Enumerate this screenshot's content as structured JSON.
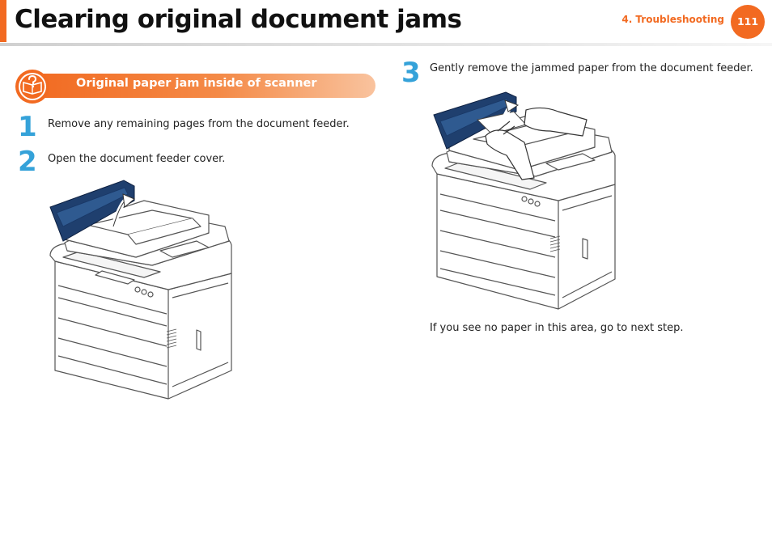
{
  "header": {
    "title": "Clearing original document jams",
    "chapter": "4.  Troubleshooting",
    "page_number": "111"
  },
  "section": {
    "title": "Original paper jam inside of scanner",
    "icon": "help-book-icon"
  },
  "steps": [
    {
      "number": "1",
      "text": "Remove any remaining pages from the document feeder."
    },
    {
      "number": "2",
      "text": "Open the document feeder cover."
    },
    {
      "number": "3",
      "text": "Gently remove the jammed paper from the document feeder."
    }
  ],
  "note": "If you see no paper in this area, go to next step.",
  "colors": {
    "accent": "#f26a21",
    "step_number": "#35a2d9",
    "cover_blue": "#1f3f6e"
  }
}
